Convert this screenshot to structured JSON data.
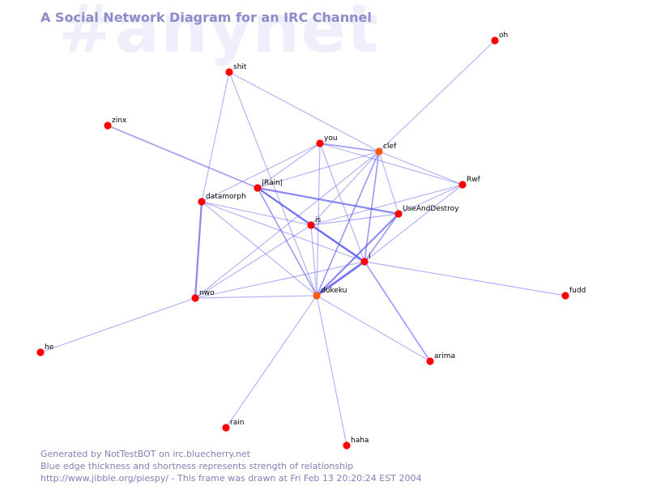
{
  "header": {
    "watermark": "#anynet",
    "title": "A Social Network Diagram for an IRC Channel"
  },
  "footer": {
    "line1": "Generated by NotTestBOT on irc.bluecherry.net",
    "line2": "Blue edge thickness and shortness represents strength of relationship",
    "line3": "http://www.jibble.org/piespy/ - This frame was drawn at Fri Feb 13 20:20:24 EST 2004"
  },
  "colors": {
    "node_default": "#ff0000",
    "node_highlight": "#ff5a0a",
    "edge": "#5a5aee",
    "title": "#8c8cc8",
    "watermark": "#efeffb",
    "footer": "#8080b8"
  },
  "graph": {
    "nodes": [
      {
        "id": "oh",
        "label": "oh"
      },
      {
        "id": "shit",
        "label": "shit"
      },
      {
        "id": "zinx",
        "label": "zinx"
      },
      {
        "id": "you",
        "label": "you"
      },
      {
        "id": "clef",
        "label": "clef"
      },
      {
        "id": "Rwf",
        "label": "Rwf"
      },
      {
        "id": "Rain",
        "label": "|Rain|"
      },
      {
        "id": "datamorph",
        "label": "datamorph"
      },
      {
        "id": "UseAndDestroy",
        "label": "UseAndDestroy"
      },
      {
        "id": "is",
        "label": "is"
      },
      {
        "id": "i",
        "label": "i"
      },
      {
        "id": "nwo",
        "label": "nwo"
      },
      {
        "id": "dukeku",
        "label": "dukeku"
      },
      {
        "id": "fudd",
        "label": "fudd"
      },
      {
        "id": "he",
        "label": "he"
      },
      {
        "id": "arima",
        "label": "arima"
      },
      {
        "id": "rain",
        "label": "rain"
      },
      {
        "id": "haha",
        "label": "haha"
      }
    ],
    "edges": [
      {
        "from": "oh",
        "to": "clef",
        "weight": 1
      },
      {
        "from": "shit",
        "to": "datamorph",
        "weight": 1
      },
      {
        "from": "shit",
        "to": "dukeku",
        "weight": 1
      },
      {
        "from": "shit",
        "to": "clef",
        "weight": 1
      },
      {
        "from": "zinx",
        "to": "Rain",
        "weight": 2
      },
      {
        "from": "you",
        "to": "clef",
        "weight": 2
      },
      {
        "from": "you",
        "to": "Rwf",
        "weight": 1
      },
      {
        "from": "you",
        "to": "Rain",
        "weight": 1
      },
      {
        "from": "you",
        "to": "datamorph",
        "weight": 1
      },
      {
        "from": "you",
        "to": "dukeku",
        "weight": 1
      },
      {
        "from": "you",
        "to": "i",
        "weight": 1
      },
      {
        "from": "clef",
        "to": "Rwf",
        "weight": 1
      },
      {
        "from": "clef",
        "to": "Rain",
        "weight": 1
      },
      {
        "from": "clef",
        "to": "is",
        "weight": 1
      },
      {
        "from": "clef",
        "to": "dukeku",
        "weight": 2
      },
      {
        "from": "clef",
        "to": "i",
        "weight": 2
      },
      {
        "from": "clef",
        "to": "nwo",
        "weight": 1
      },
      {
        "from": "clef",
        "to": "UseAndDestroy",
        "weight": 1
      },
      {
        "from": "Rwf",
        "to": "UseAndDestroy",
        "weight": 1
      },
      {
        "from": "Rwf",
        "to": "is",
        "weight": 1
      },
      {
        "from": "Rwf",
        "to": "i",
        "weight": 1
      },
      {
        "from": "Rain",
        "to": "UseAndDestroy",
        "weight": 3
      },
      {
        "from": "Rain",
        "to": "is",
        "weight": 2
      },
      {
        "from": "Rain",
        "to": "dukeku",
        "weight": 2
      },
      {
        "from": "Rain",
        "to": "i",
        "weight": 3
      },
      {
        "from": "datamorph",
        "to": "nwo",
        "weight": 3
      },
      {
        "from": "datamorph",
        "to": "is",
        "weight": 1
      },
      {
        "from": "datamorph",
        "to": "i",
        "weight": 1
      },
      {
        "from": "datamorph",
        "to": "dukeku",
        "weight": 1
      },
      {
        "from": "UseAndDestroy",
        "to": "is",
        "weight": 1
      },
      {
        "from": "UseAndDestroy",
        "to": "i",
        "weight": 2
      },
      {
        "from": "UseAndDestroy",
        "to": "dukeku",
        "weight": 3
      },
      {
        "from": "is",
        "to": "i",
        "weight": 3
      },
      {
        "from": "is",
        "to": "dukeku",
        "weight": 1
      },
      {
        "from": "is",
        "to": "nwo",
        "weight": 1
      },
      {
        "from": "i",
        "to": "dukeku",
        "weight": 4
      },
      {
        "from": "i",
        "to": "arima",
        "weight": 2
      },
      {
        "from": "i",
        "to": "fudd",
        "weight": 1
      },
      {
        "from": "i",
        "to": "nwo",
        "weight": 1
      },
      {
        "from": "nwo",
        "to": "dukeku",
        "weight": 1
      },
      {
        "from": "nwo",
        "to": "he",
        "weight": 1
      },
      {
        "from": "dukeku",
        "to": "arima",
        "weight": 1
      },
      {
        "from": "dukeku",
        "to": "rain",
        "weight": 1
      },
      {
        "from": "dukeku",
        "to": "haha",
        "weight": 1
      }
    ]
  }
}
